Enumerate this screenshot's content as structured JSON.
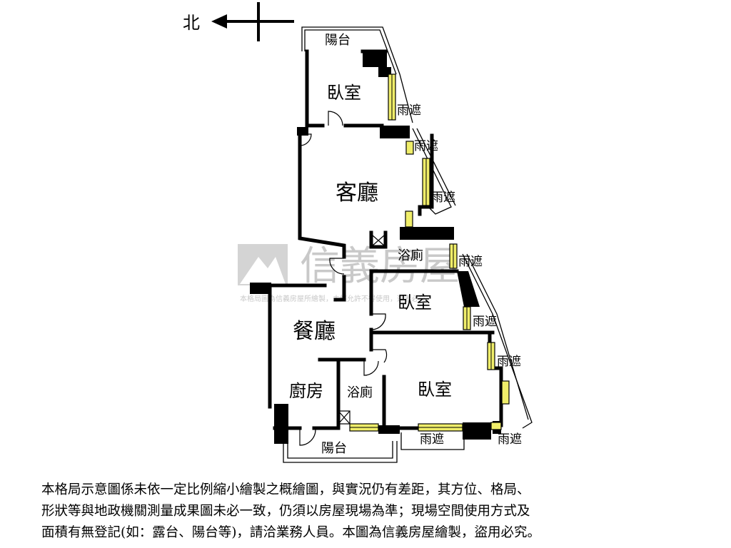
{
  "compass": {
    "label": "北"
  },
  "rooms": {
    "balcony_top": "陽台",
    "bedroom_1": "臥室",
    "living_room": "客廳",
    "bath_1": "浴廁",
    "bedroom_2": "臥室",
    "dining_room": "餐廳",
    "kitchen": "廚房",
    "bath_2": "浴廁",
    "bedroom_3": "臥室",
    "balcony_bottom": "陽台"
  },
  "canopies": [
    "雨遮",
    "雨遮",
    "雨遮",
    "雨遮",
    "雨遮",
    "雨遮",
    "雨遮",
    "雨遮"
  ],
  "watermark": {
    "brand": "信義房屋",
    "notice": "本格局圖為信義房屋所繪製，未經允許不得使用，違者必究"
  },
  "disclaimer": [
    "本格局示意圖係未依一定比例縮小繪製之概繪圖，與實況仍有差距，其方位、格局、",
    "形狀等與地政機關測量成果圖未必一致，仍須以房屋現場為準；現場空間使用方式及",
    "面積有無登記(如：露台、陽台等)，請洽業務人員。本圖為信義房屋繪製，盜用必究。"
  ],
  "colors": {
    "wall": "#000000",
    "window": "#f0ee6a",
    "watermark": "#c9c9c9"
  }
}
